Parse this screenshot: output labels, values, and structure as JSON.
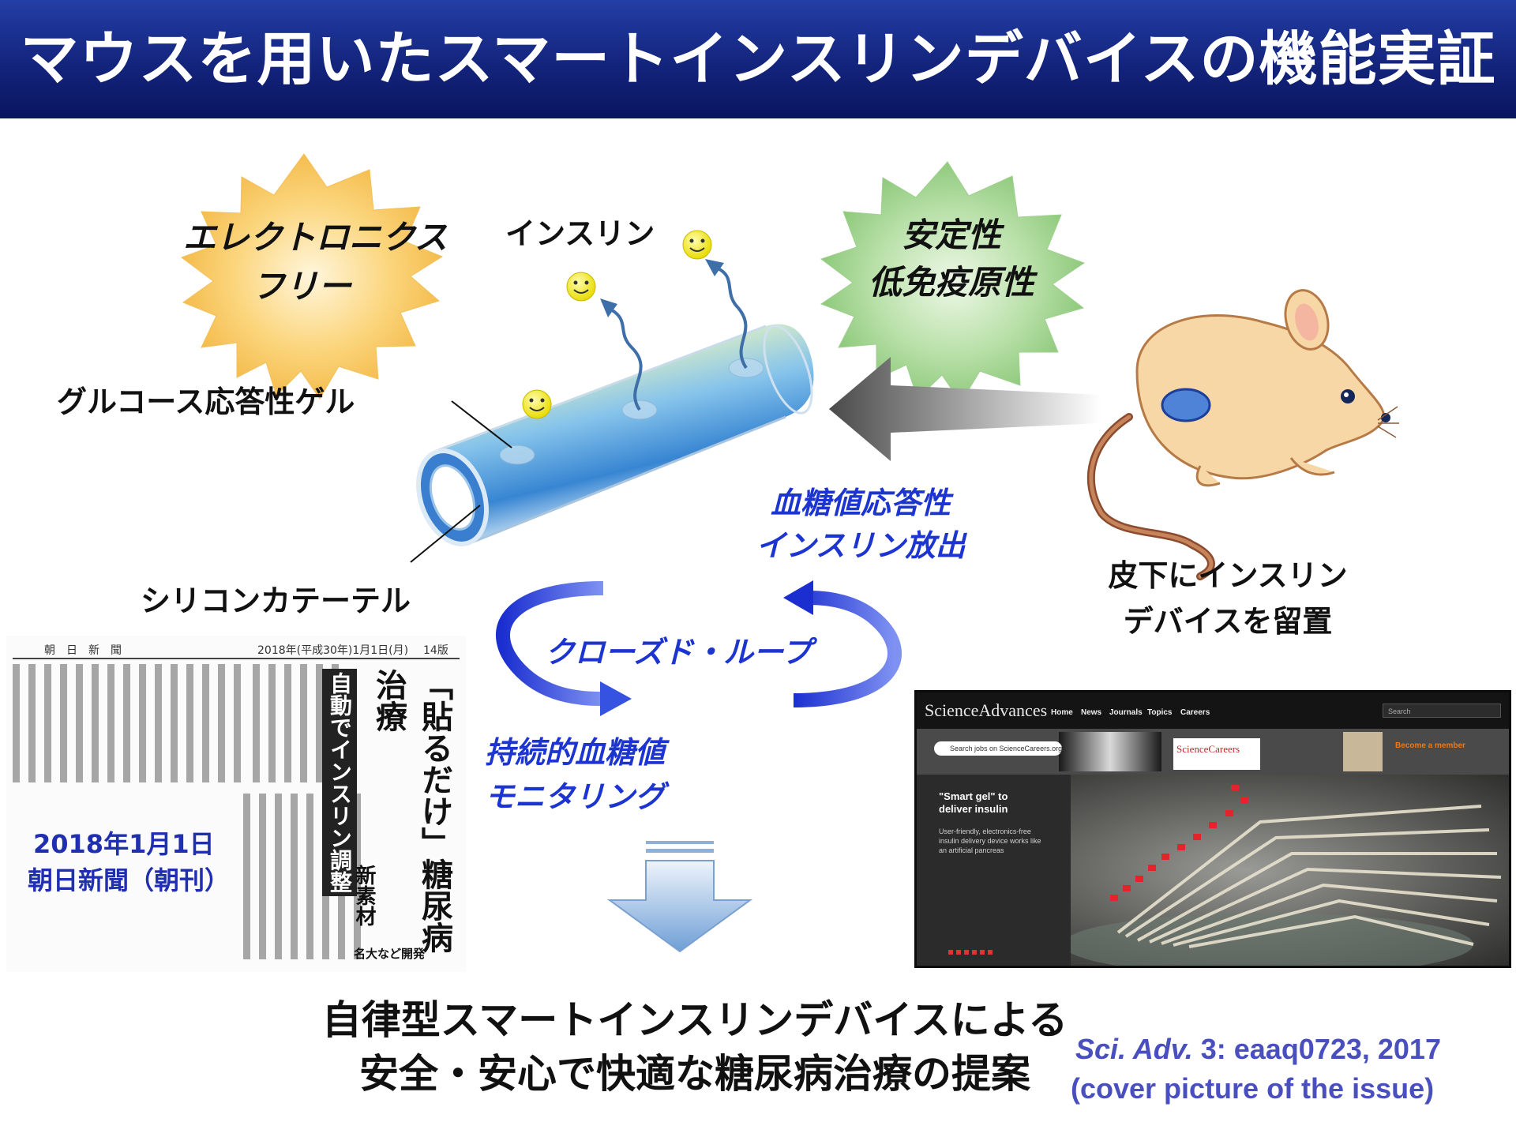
{
  "title": "マウスを用いたスマートインスリンデバイスの機能実証",
  "burst_left": {
    "line1": "エレクトロニクス",
    "line2": "フリー"
  },
  "burst_right": {
    "line1": "安定性",
    "line2": "低免疫原性"
  },
  "labels": {
    "insulin": "インスリン",
    "gel": "グルコース応答性ゲル",
    "catheter": "シリコンカテーテル",
    "release_1": "血糖値応答性",
    "release_2": "インスリン放出",
    "closed_loop": "クローズド・ループ",
    "monitoring_1": "持続的血糖値",
    "monitoring_2": "モニタリング",
    "mouse_1": "皮下にインスリン",
    "mouse_2": "デバイスを留置"
  },
  "conclusion": {
    "line1": "自律型スマートインスリンデバイスによる",
    "line2": "安全・安心で快適な糖尿病治療の提案"
  },
  "newspaper": {
    "masthead": "朝　日　新　聞",
    "date_line": "2018年(平成30年)1月1日(月)",
    "edition": "14版",
    "headline_1": "「貼るだけ」糖尿病治療",
    "headline_2": "自動でインスリン調整",
    "headline_3": "新素材",
    "sub": "名大など開発",
    "date_label": "2018年1月1日",
    "paper_label": "朝日新聞（朝刊）"
  },
  "citation": {
    "journal": "Sci. Adv.",
    "ref": " 3: eaaq0723, 2017",
    "note": "(cover picture of the issue)"
  },
  "cover": {
    "logo": "ScienceAdvances",
    "menu": [
      "Home",
      "News",
      "Journals",
      "Topics",
      "Careers"
    ],
    "search": "Search",
    "jobs": "Search jobs on ScienceCareers.org",
    "careers": "ScienceCareers",
    "member": "Become a member",
    "promo_title": "\"Smart gel\" to deliver insulin",
    "promo_body": "User-friendly, electronics-free insulin delivery device works like an artificial pancreas"
  },
  "colors": {
    "title_bg": "#13247c",
    "burst_left": "#f7c95a",
    "burst_right": "#9fd18f",
    "accent_blue": "#1d35d0",
    "citation": "#4a4fbf",
    "mouse_body": "#f8d7a6",
    "device_blue": "#3f86cf"
  }
}
